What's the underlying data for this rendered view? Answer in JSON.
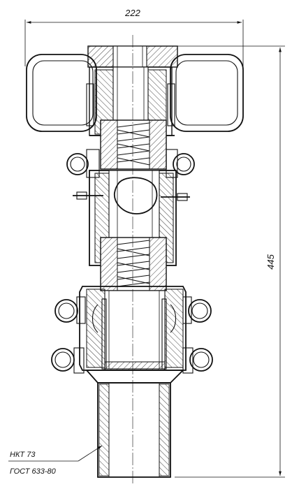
{
  "dimensions": {
    "width_label": "222",
    "height_label": "445"
  },
  "notes": {
    "line1": "НКТ 73",
    "line2": "ГОСТ 633-80"
  }
}
